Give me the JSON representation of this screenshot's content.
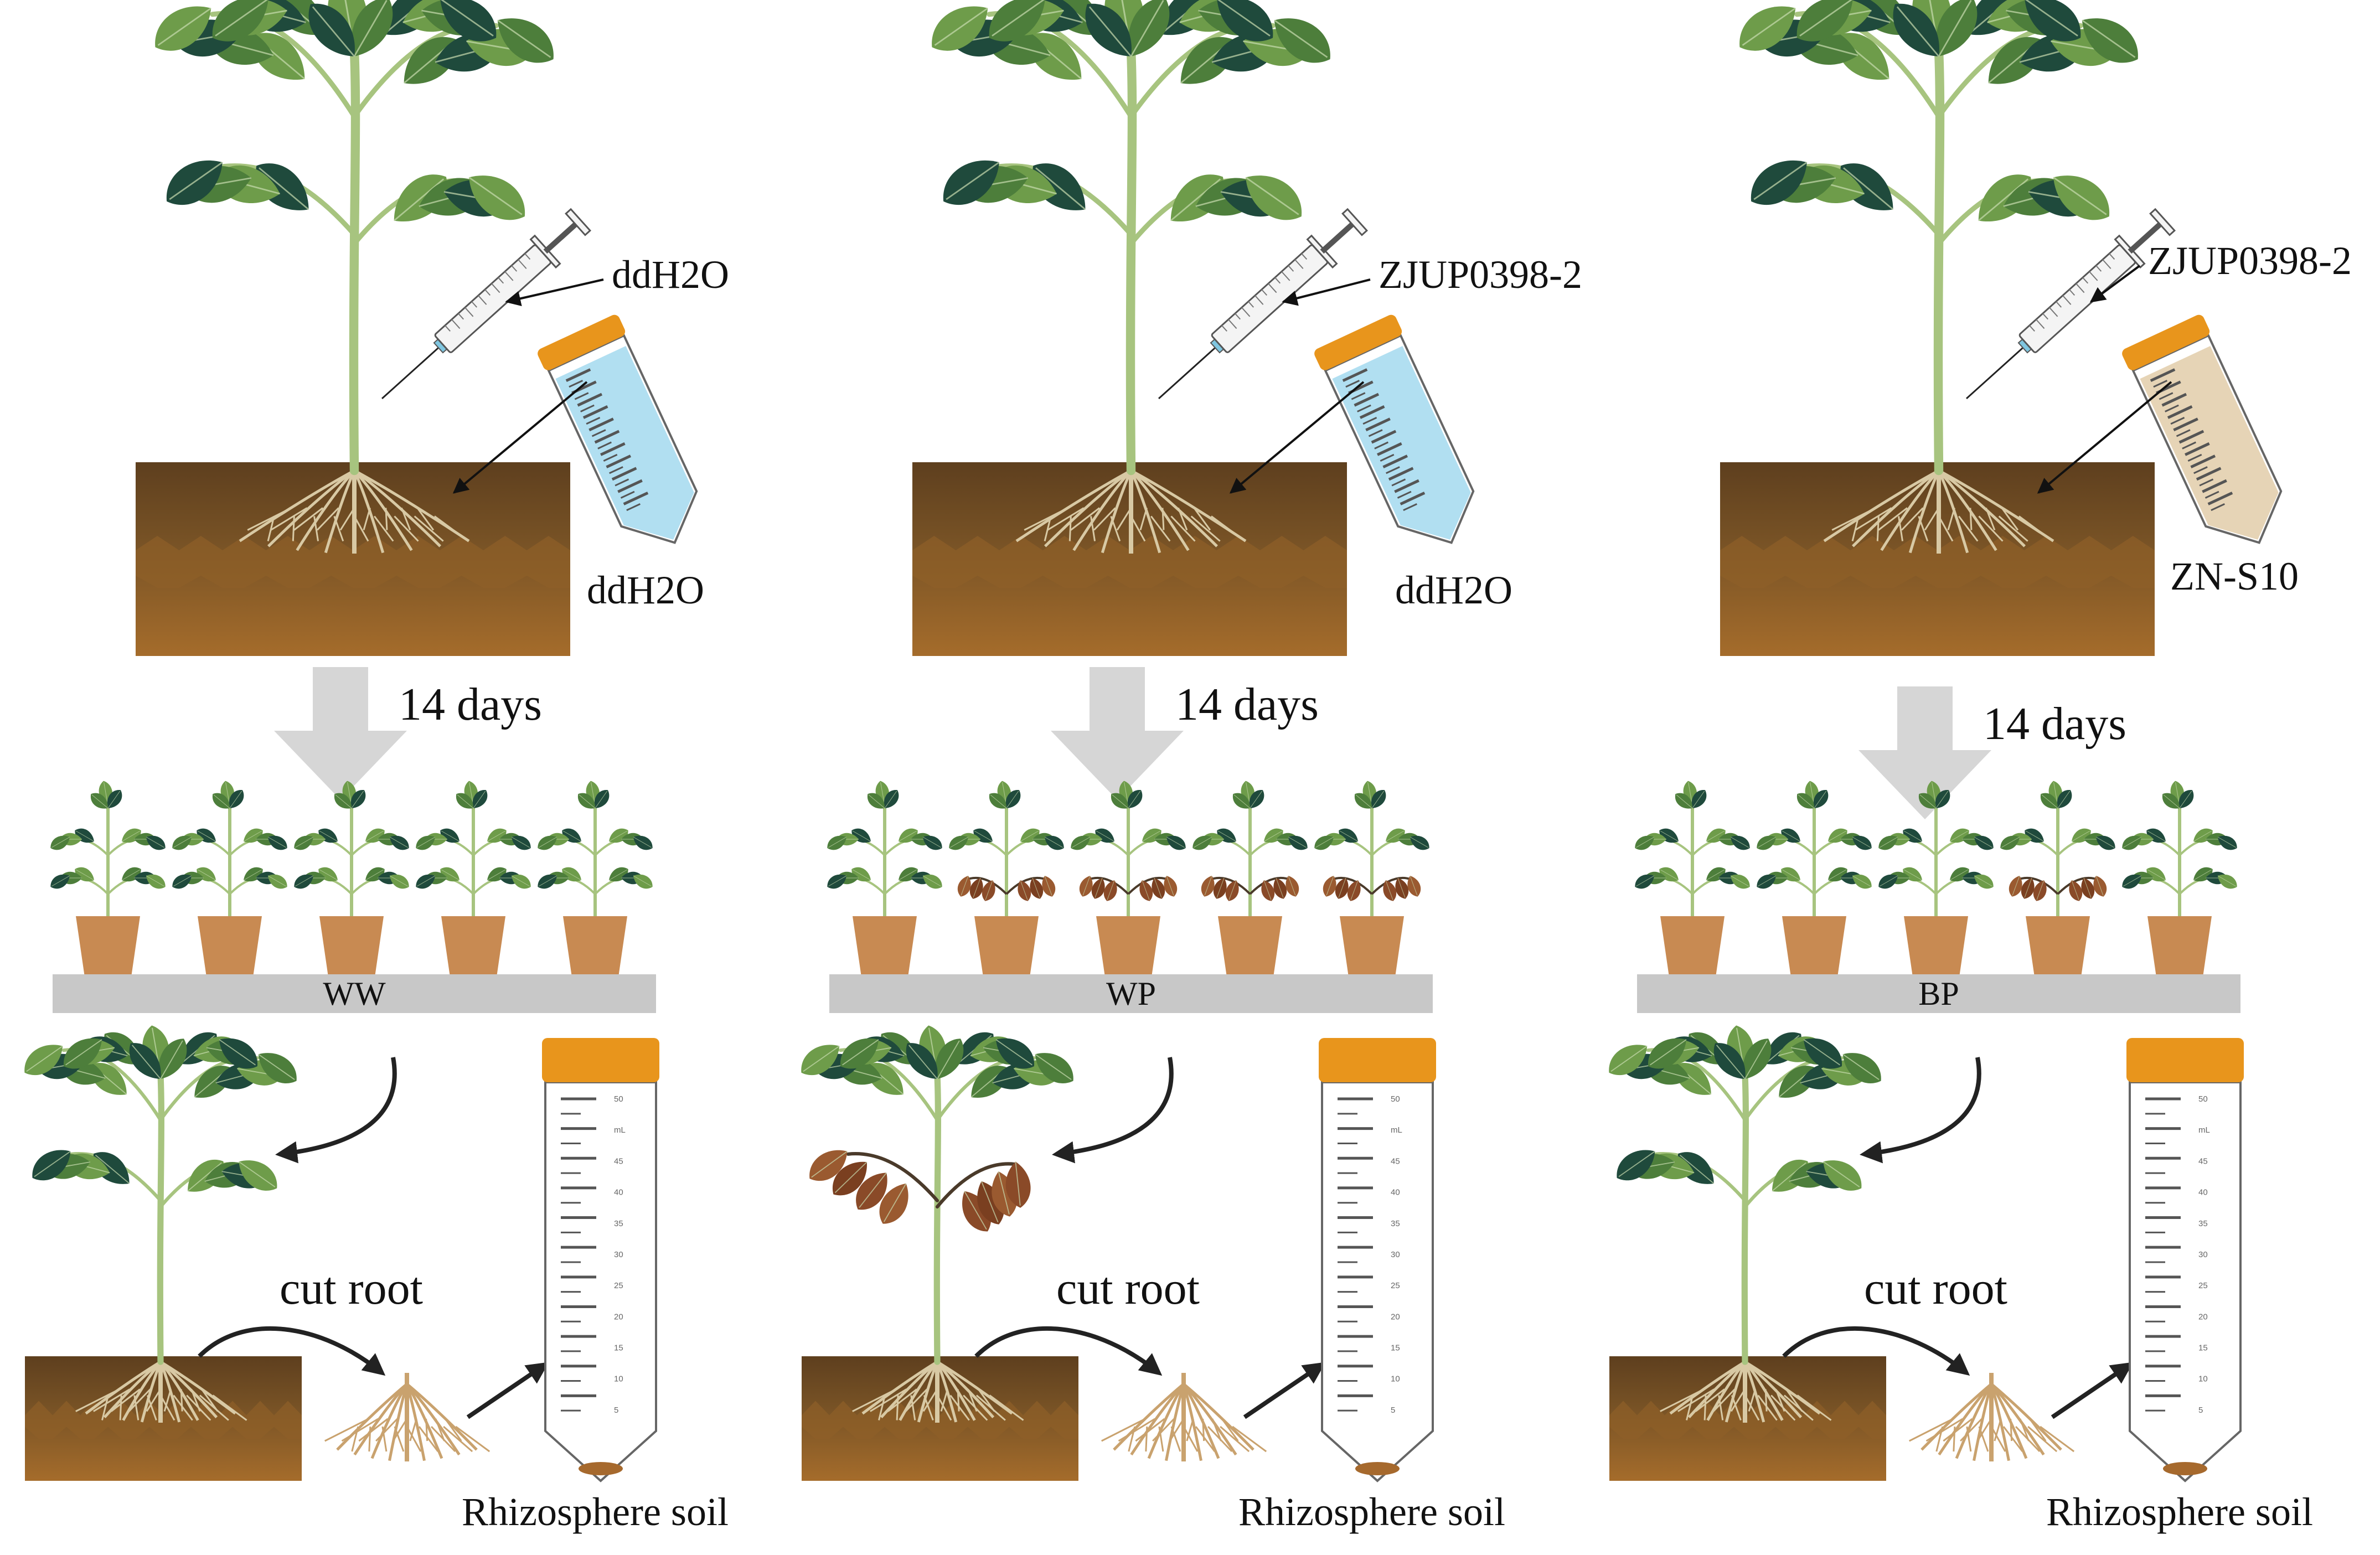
{
  "colors": {
    "stem": "#a7c47f",
    "leaf_light": "#6e9c4a",
    "leaf_mid": "#4d7e3b",
    "leaf_dark": "#1f4a3c",
    "leaf_wilted": "#8a4a28",
    "soil_top": "#6b4a24",
    "soil_bottom": "#a06a2a",
    "root": "#d8c9a4",
    "pot": "#c88a52",
    "bench": "#c8c8c8",
    "arrow_big": "#d6d6d6",
    "tube_cap": "#e8951c",
    "liquid_water": "#a8dcf0",
    "liquid_zns10": "#e3cfae"
  },
  "panels": [
    {
      "id": "ww",
      "syringe_label": "ddH2O",
      "tube_label": "ddH2O",
      "tube_liquid": "water",
      "duration": "14 days",
      "group": "WW",
      "wilted_pots": [],
      "wilted_plant": false,
      "cut_root_label": "cut root",
      "soil_label": "Rhizosphere soil"
    },
    {
      "id": "wp",
      "syringe_label": "ZJUP0398-2",
      "tube_label": "ddH2O",
      "tube_liquid": "water",
      "duration": "14 days",
      "group": "WP",
      "wilted_pots": [
        1,
        2,
        3,
        4
      ],
      "wilted_plant": true,
      "cut_root_label": "cut root",
      "soil_label": "Rhizosphere soil"
    },
    {
      "id": "bp",
      "syringe_label": "ZJUP0398-2",
      "tube_label": "ZN-S10",
      "tube_liquid": "zns10",
      "duration": "14 days",
      "group": "BP",
      "wilted_pots": [
        3
      ],
      "wilted_plant": false,
      "cut_root_label": "cut root",
      "soil_label": "Rhizosphere soil"
    }
  ],
  "tube_scale": [
    "50",
    "mL",
    "45",
    "40",
    "35",
    "30",
    "25",
    "20",
    "15",
    "10",
    "5"
  ]
}
